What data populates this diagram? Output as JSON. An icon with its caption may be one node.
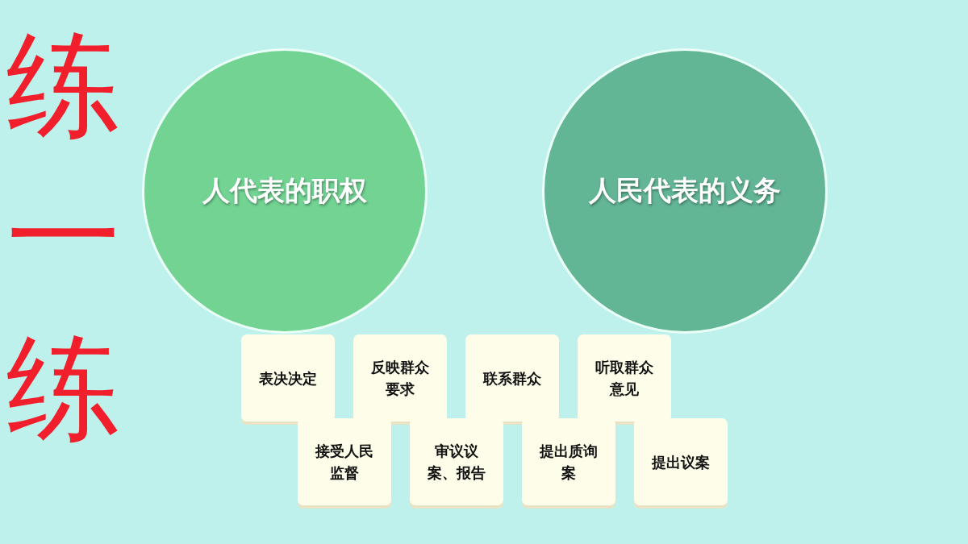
{
  "diagram": {
    "title": "练一练",
    "nodes": [
      {
        "text": [
          "人代表的职权"
        ]
      },
      {
        "text": [
          "人民代表的义务"
        ]
      },
      {
        "text": [
          "表决决定"
        ]
      },
      {
        "text": [
          "反映群众要求"
        ]
      },
      {
        "text": [
          "联系群众"
        ]
      },
      {
        "text": [
          "听取群众意见"
        ]
      },
      {
        "text": [
          "接受人民监督"
        ]
      },
      {
        "text": [
          "审议议案、报告"
        ]
      },
      {
        "text": [
          "提出质询案"
        ]
      },
      {
        "text": [
          "提出议案"
        ]
      }
    ]
  }
}
